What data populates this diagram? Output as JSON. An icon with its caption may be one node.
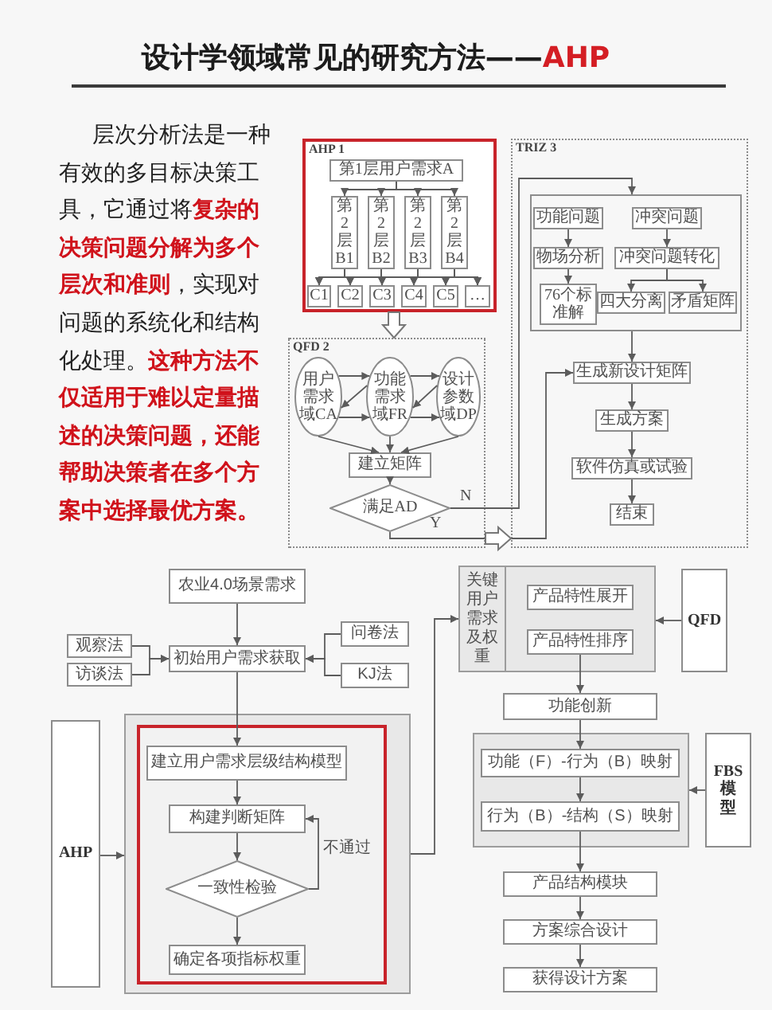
{
  "diagram": {
    "title": "设计学领域常见的研究方法——**AHP**",
    "nodes": [
      {
        "text": [
          "AHP 1"
        ]
      },
      {
        "text": [
          "第1层用户需求A"
        ],
        "in": 0
      },
      {
        "text": [
          "第2层B1"
        ],
        "in": 0
      },
      {
        "text": [
          "第2层B2"
        ],
        "in": 0
      },
      {
        "text": [
          "第2层B3"
        ],
        "in": 0
      },
      {
        "text": [
          "第2层B4"
        ],
        "in": 0
      },
      {
        "text": [
          "C1"
        ],
        "in": 0
      },
      {
        "text": [
          "C2"
        ],
        "in": 0
      },
      {
        "text": [
          "C3"
        ],
        "in": 0
      },
      {
        "text": [
          "C4"
        ],
        "in": 0
      },
      {
        "text": [
          "C5"
        ],
        "in": 0
      },
      {
        "text": [
          "…"
        ],
        "in": 0
      },
      {
        "text": [
          "QFD 2"
        ]
      },
      {
        "text": [
          "用户需求域CA"
        ],
        "in": 12
      },
      {
        "text": [
          "功能需求域FR"
        ],
        "in": 12
      },
      {
        "text": [
          "设计参数域DP"
        ],
        "in": 12
      },
      {
        "text": [
          "建立矩阵"
        ],
        "in": 12
      },
      {
        "text": [
          "满足AD"
        ],
        "in": 12
      },
      {
        "text": [
          "TRIZ 3"
        ]
      },
      {
        "text": [],
        "shape": "box",
        "in": 18
      },
      {
        "text": [
          "功能问题"
        ],
        "in": 19
      },
      {
        "text": [
          "冲突问题"
        ],
        "in": 19
      },
      {
        "text": [
          "物场分析"
        ],
        "in": 19
      },
      {
        "text": [
          "冲突问题转化"
        ],
        "in": 19
      },
      {
        "text": [
          "76个标准解"
        ],
        "in": 19
      },
      {
        "text": [
          "四大分离"
        ],
        "in": 19
      },
      {
        "text": [
          "矛盾矩阵"
        ],
        "in": 19
      },
      {
        "text": [
          "生成新设计矩阵"
        ],
        "in": 18
      },
      {
        "text": [
          "生成方案"
        ],
        "in": 18
      },
      {
        "text": [
          "软件仿真或试验"
        ],
        "in": 18
      },
      {
        "text": [
          "结束"
        ],
        "in": 18
      },
      {
        "text": [
          "农业4.0场景需求"
        ]
      },
      {
        "text": [
          "观察法"
        ]
      },
      {
        "text": [
          "访谈法"
        ]
      },
      {
        "text": [
          "初始用户需求获取"
        ]
      },
      {
        "text": [
          "问卷法"
        ]
      },
      {
        "text": [
          "KJ法"
        ]
      },
      {
        "text": [
          "AHP"
        ]
      },
      {
        "text": [],
        "shape": "box"
      },
      {
        "text": [],
        "shape": "box",
        "in": 38
      },
      {
        "text": [
          "建立用户需求层级结构模型"
        ],
        "in": 39
      },
      {
        "text": [
          "构建判断矩阵"
        ],
        "in": 39
      },
      {
        "text": [
          "一致性检验"
        ],
        "in": 39
      },
      {
        "text": [
          "确定各项指标权重"
        ],
        "in": 39
      },
      {
        "text": [
          "关键用户需求及权重"
        ]
      },
      {
        "text": [
          "产品特性展开"
        ],
        "in": 44
      },
      {
        "text": [
          "产品特性排序"
        ],
        "in": 44
      },
      {
        "text": [
          "QFD"
        ]
      },
      {
        "text": [
          "功能创新"
        ]
      },
      {
        "text": [],
        "shape": "box"
      },
      {
        "text": [
          "功能（F）-行为（B）映射"
        ],
        "in": 49
      },
      {
        "text": [
          "行为（B）-结构（S）映射"
        ],
        "in": 49
      },
      {
        "text": [
          "FBS模型"
        ]
      },
      {
        "text": [
          "产品结构模块"
        ]
      },
      {
        "text": [
          "方案综合设计"
        ]
      },
      {
        "text": [
          "获得设计方案"
        ]
      }
    ],
    "edges": [
      {
        "from": 1,
        "to": 2,
        "arrow": "to"
      },
      {
        "from": 1,
        "to": 3,
        "arrow": "to"
      },
      {
        "from": 1,
        "to": 4,
        "arrow": "to"
      },
      {
        "from": 1,
        "to": 5,
        "arrow": "to"
      },
      {
        "from": 2,
        "to": 6,
        "arrow": "to"
      },
      {
        "from": 2,
        "to": 7,
        "arrow": "to"
      },
      {
        "from": 2,
        "to": 8,
        "arrow": "to"
      },
      {
        "from": 2,
        "to": 9,
        "arrow": "to"
      },
      {
        "from": 2,
        "to": 10,
        "arrow": "to"
      },
      {
        "from": 2,
        "to": 11,
        "arrow": "to"
      },
      {
        "from": 3,
        "to": 6,
        "arrow": "to"
      },
      {
        "from": 3,
        "to": 7,
        "arrow": "to"
      },
      {
        "from": 3,
        "to": 8,
        "arrow": "to"
      },
      {
        "from": 3,
        "to": 9,
        "arrow": "to"
      },
      {
        "from": 3,
        "to": 10,
        "arrow": "to"
      },
      {
        "from": 3,
        "to": 11,
        "arrow": "to"
      },
      {
        "from": 4,
        "to": 6,
        "arrow": "to"
      },
      {
        "from": 4,
        "to": 7,
        "arrow": "to"
      },
      {
        "from": 4,
        "to": 8,
        "arrow": "to"
      },
      {
        "from": 4,
        "to": 9,
        "arrow": "to"
      },
      {
        "from": 4,
        "to": 10,
        "arrow": "to"
      },
      {
        "from": 4,
        "to": 11,
        "arrow": "to"
      },
      {
        "from": 5,
        "to": 6,
        "arrow": "to"
      },
      {
        "from": 5,
        "to": 7,
        "arrow": "to"
      },
      {
        "from": 5,
        "to": 8,
        "arrow": "to"
      },
      {
        "from": 5,
        "to": 9,
        "arrow": "to"
      },
      {
        "from": 5,
        "to": 10,
        "arrow": "to"
      },
      {
        "from": 5,
        "to": 11,
        "arrow": "to"
      },
      {
        "from": 0,
        "to": 12,
        "arrow": "to",
        "style": "thick"
      },
      {
        "from": 13,
        "to": 14,
        "arrow": "to"
      },
      {
        "from": 14,
        "to": 13,
        "arrow": "to"
      },
      {
        "from": 13,
        "to": 14,
        "arrow": "to"
      },
      {
        "from": 14,
        "to": 15,
        "arrow": "to"
      },
      {
        "from": 15,
        "to": 14,
        "arrow": "to"
      },
      {
        "from": 14,
        "to": 15,
        "arrow": "to"
      },
      {
        "from": 13,
        "to": 16,
        "arrow": "to"
      },
      {
        "from": 14,
        "to": 16,
        "arrow": "to"
      },
      {
        "from": 15,
        "to": 16,
        "arrow": "to"
      },
      {
        "from": 16,
        "to": 17,
        "arrow": "to"
      },
      {
        "from": 17,
        "to": 19,
        "label": "N",
        "arrow": "to"
      },
      {
        "from": 17,
        "to": 27,
        "label": "Y",
        "arrow": "to"
      },
      {
        "from": 12,
        "to": 18,
        "arrow": "to",
        "style": "thick"
      },
      {
        "from": 20,
        "to": 22,
        "arrow": "to"
      },
      {
        "from": 22,
        "to": 24,
        "arrow": "to"
      },
      {
        "from": 21,
        "to": 23,
        "arrow": "to"
      },
      {
        "from": 23,
        "to": 25,
        "arrow": "to"
      },
      {
        "from": 23,
        "to": 26,
        "arrow": "to"
      },
      {
        "from": 19,
        "to": 27,
        "arrow": "to"
      },
      {
        "from": 27,
        "to": 28,
        "arrow": "to"
      },
      {
        "from": 28,
        "to": 29,
        "arrow": "to"
      },
      {
        "from": 29,
        "to": 30,
        "arrow": "to"
      },
      {
        "from": 31,
        "to": 34,
        "arrow": "to"
      },
      {
        "from": 32,
        "to": 34,
        "arrow": "to"
      },
      {
        "from": 33,
        "to": 34,
        "arrow": "to"
      },
      {
        "from": 35,
        "to": 34,
        "arrow": "to"
      },
      {
        "from": 36,
        "to": 34,
        "arrow": "to"
      },
      {
        "from": 34,
        "to": 40,
        "arrow": "to"
      },
      {
        "from": 37,
        "to": 38,
        "arrow": "to"
      },
      {
        "from": 40,
        "to": 41,
        "arrow": "to"
      },
      {
        "from": 41,
        "to": 42,
        "arrow": "to"
      },
      {
        "from": 42,
        "to": 41,
        "label": "不通过",
        "arrow": "to"
      },
      {
        "from": 42,
        "to": 43,
        "arrow": "to"
      },
      {
        "from": 38,
        "to": 44,
        "arrow": "to"
      },
      {
        "from": 47,
        "to": 44,
        "arrow": "to"
      },
      {
        "from": 46,
        "to": 48,
        "arrow": "to"
      },
      {
        "from": 48,
        "to": 50,
        "arrow": "to"
      },
      {
        "from": 50,
        "to": 51,
        "arrow": "to"
      },
      {
        "from": 52,
        "to": 49,
        "arrow": "to"
      },
      {
        "from": 51,
        "to": 53,
        "arrow": "to"
      },
      {
        "from": 53,
        "to": 54,
        "arrow": "to"
      },
      {
        "from": 54,
        "to": 55,
        "arrow": "to"
      }
    ],
    "labels": [
      "层次分析法是一种有效的多目标决策工具，它通过将**复杂的决策问题分解为多个层次和准则**，实现对问题的系统化和结构化处理。**这种方法不仅适用于难以定量描述的决策问题，还能帮助决策者在多个方案中选择最优方案。**"
    ]
  }
}
